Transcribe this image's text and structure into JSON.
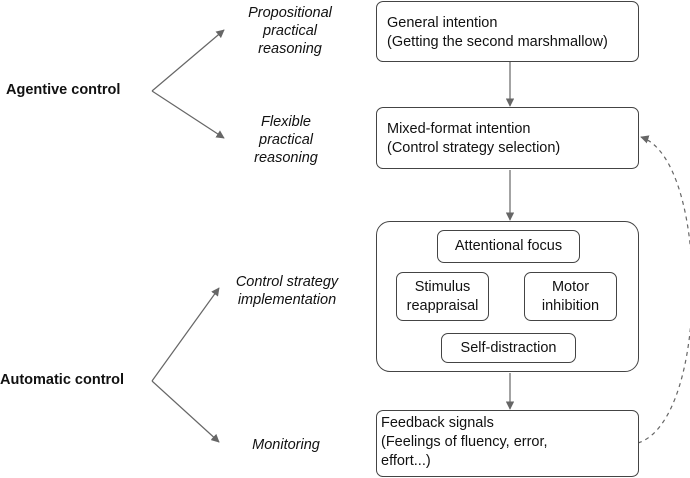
{
  "control_labels": {
    "agentive": "Agentive control",
    "automatic": "Automatic control"
  },
  "processes": {
    "propositional": [
      "Propositional",
      "practical",
      "reasoning"
    ],
    "flexible": [
      "Flexible",
      "practical",
      "reasoning"
    ],
    "implementation": [
      "Control strategy",
      "implementation"
    ],
    "monitoring": "Monitoring"
  },
  "boxes": {
    "general_intention": [
      "General intention",
      "(Getting the second marshmallow)"
    ],
    "mixed_intention": [
      "Mixed-format intention",
      "(Control strategy selection)"
    ],
    "attentional_focus": "Attentional focus",
    "stimulus_reappraisal": [
      "Stimulus",
      "reappraisal"
    ],
    "motor_inhibition": [
      "Motor",
      "inhibition"
    ],
    "self_distraction": "Self-distraction",
    "feedback": [
      "Feedback signals",
      "(Feelings of fluency, error,",
      "effort...)"
    ]
  },
  "colors": {
    "stroke": "#444444",
    "arrow": "#666666"
  }
}
